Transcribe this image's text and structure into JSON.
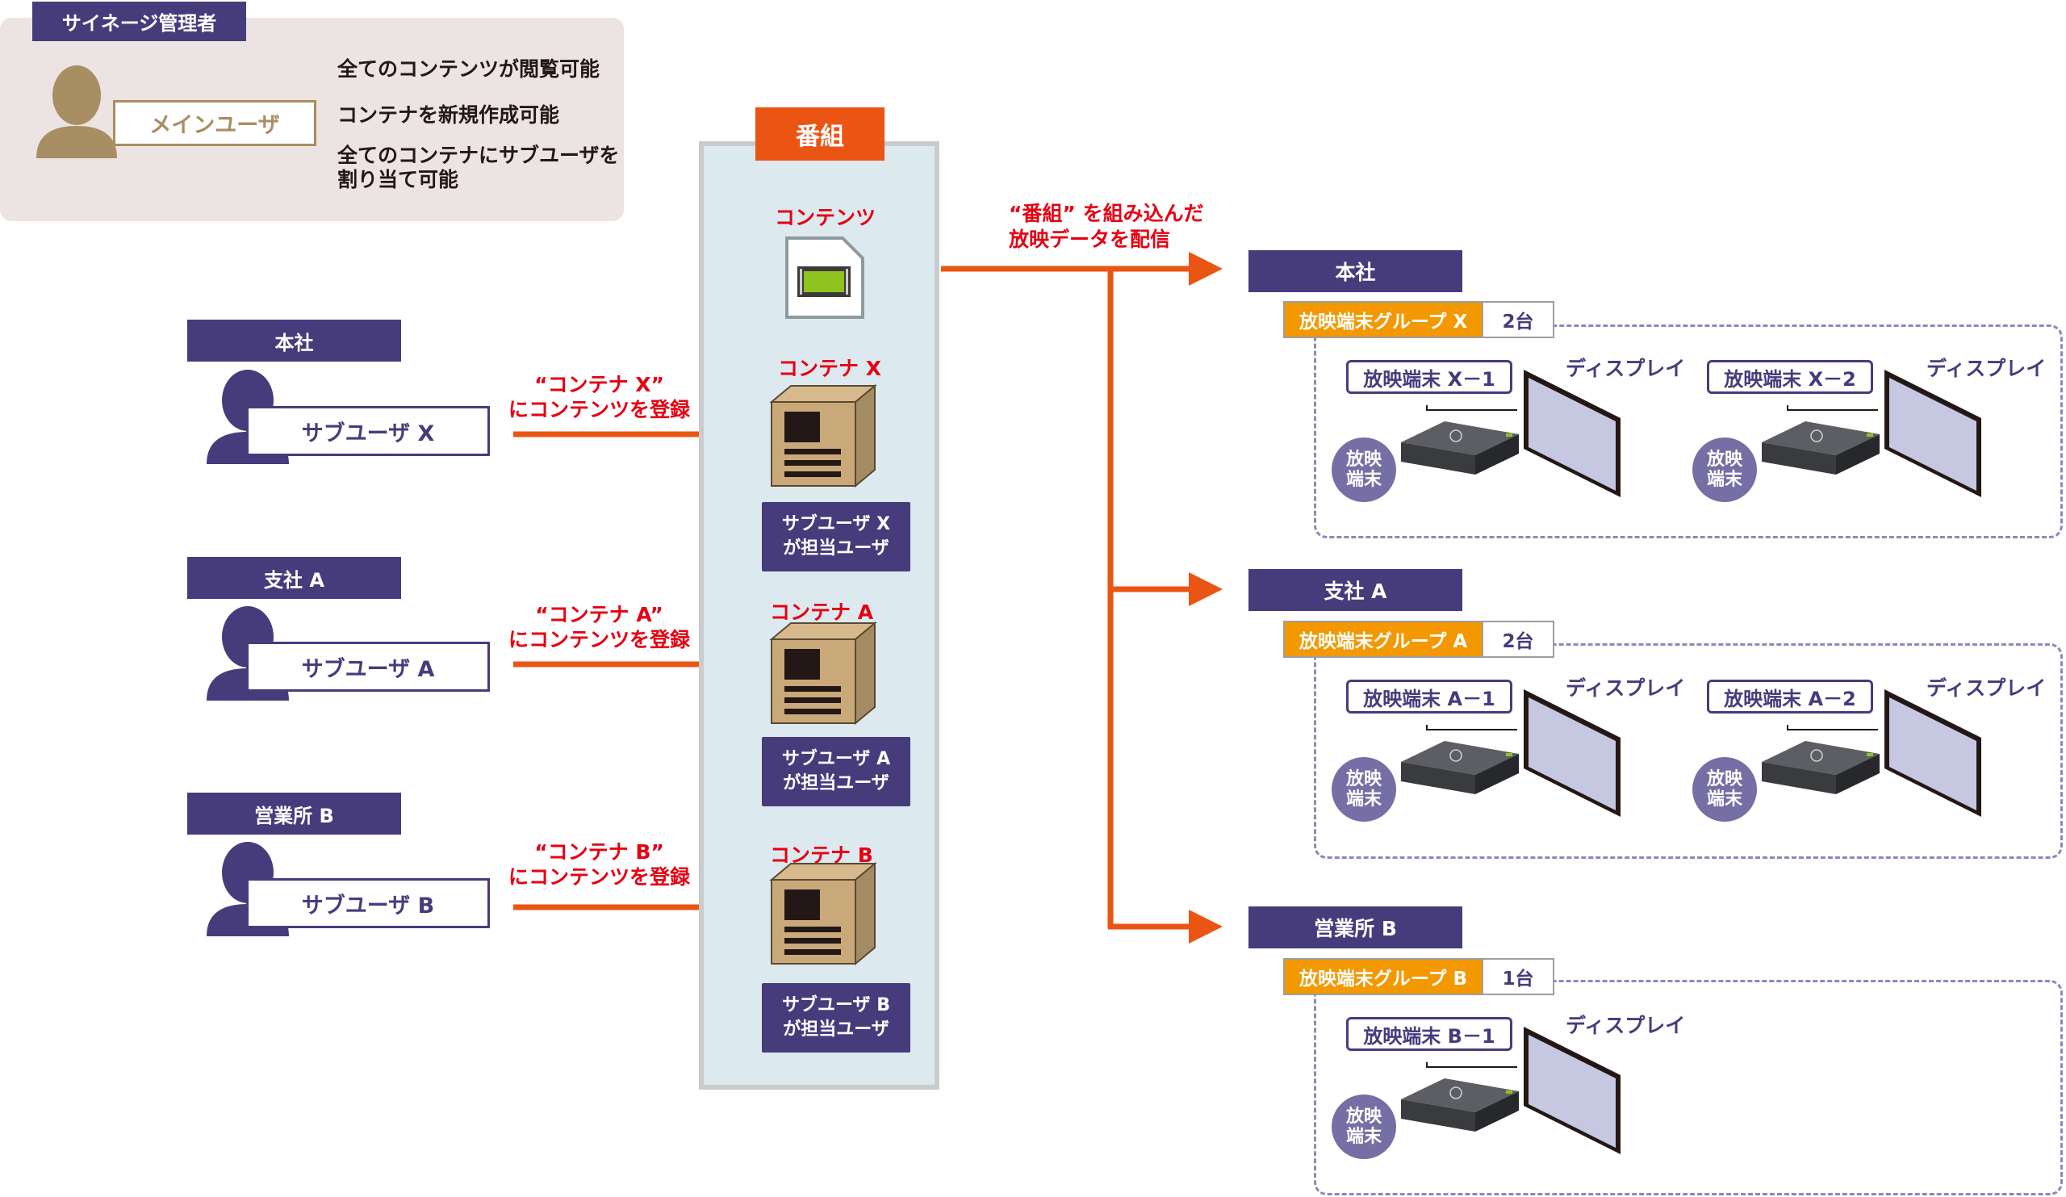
{
  "admin": {
    "title": "サイネージ管理者",
    "main_user": "メインユーザ",
    "permissions": [
      "全てのコンテンツが閲覧可能",
      "コンテナを新規作成可能",
      "全てのコンテナにサブユーザを",
      "割り当て可能"
    ]
  },
  "left_sites": [
    {
      "name": "本社",
      "subuser": "サブユーザ X",
      "reg_line1": "“コンテナ X”",
      "reg_line2": "にコンテンツを登録"
    },
    {
      "name": "支社 A",
      "subuser": "サブユーザ A",
      "reg_line1": "“コンテナ A”",
      "reg_line2": "にコンテンツを登録"
    },
    {
      "name": "営業所 B",
      "subuser": "サブユーザ B",
      "reg_line1": "“コンテナ B”",
      "reg_line2": "にコンテンツを登録"
    }
  ],
  "program": {
    "title": "番組",
    "contents_label": "コンテンツ",
    "containers": [
      {
        "name": "コンテナ X",
        "owner1": "サブユーザ X",
        "owner2": "が担当ユーザ"
      },
      {
        "name": "コンテナ A",
        "owner1": "サブユーザ A",
        "owner2": "が担当ユーザ"
      },
      {
        "name": "コンテナ B",
        "owner1": "サブユーザ B",
        "owner2": "が担当ユーザ"
      }
    ]
  },
  "distribution": {
    "line1": "“番組” を組み込んだ",
    "line2": "放映データを配信"
  },
  "right_sites": [
    {
      "name": "本社",
      "group": "放映端末グループ X",
      "count": "2台",
      "terminals": [
        {
          "label": "放映端末 X－1",
          "display": "ディスプレイ"
        },
        {
          "label": "放映端末 X－2",
          "display": "ディスプレイ"
        }
      ]
    },
    {
      "name": "支社 A",
      "group": "放映端末グループ A",
      "count": "2台",
      "terminals": [
        {
          "label": "放映端末 A－1",
          "display": "ディスプレイ"
        },
        {
          "label": "放映端末 A－2",
          "display": "ディスプレイ"
        }
      ]
    },
    {
      "name": "営業所 B",
      "group": "放映端末グループ B",
      "count": "1台",
      "terminals": [
        {
          "label": "放映端末 B－1",
          "display": "ディスプレイ"
        }
      ]
    }
  ],
  "badge": {
    "line1": "放映",
    "line2": "端末"
  },
  "colors": {
    "purple": "#463c7c",
    "orange": "#ea5514",
    "red_text": "#e60012",
    "amber": "#f39800",
    "tan": "#a88e63",
    "light_blue": "#dceaf0"
  }
}
